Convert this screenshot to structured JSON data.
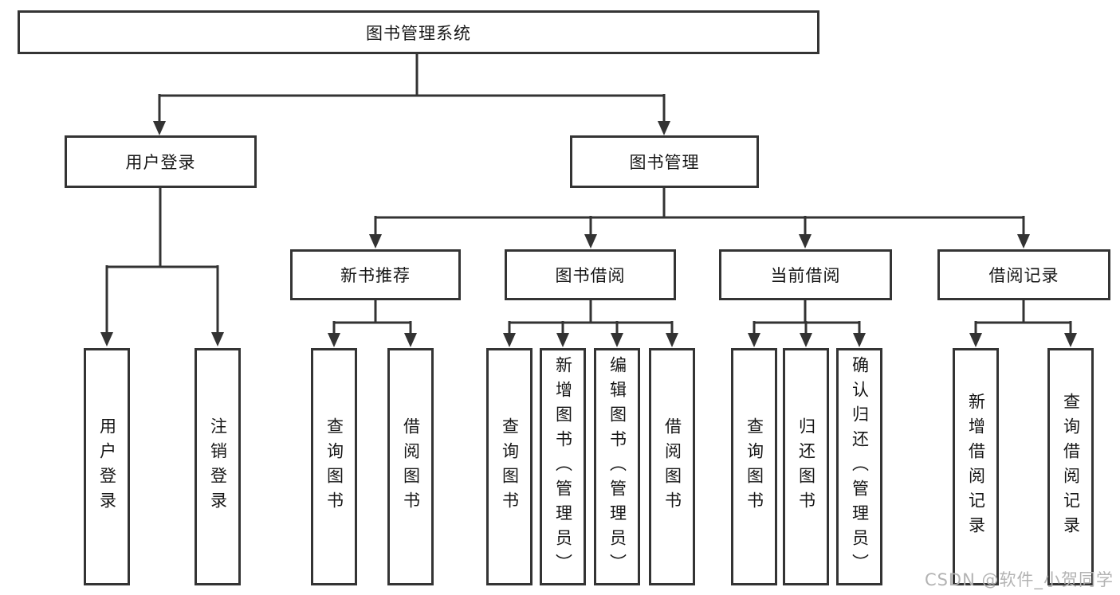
{
  "diagram": {
    "root": {
      "label": "图书管理系统"
    },
    "level2": [
      {
        "label": "用户登录"
      },
      {
        "label": "图书管理"
      }
    ],
    "level3": [
      {
        "label": "新书推荐"
      },
      {
        "label": "图书借阅"
      },
      {
        "label": "当前借阅"
      },
      {
        "label": "借阅记录"
      }
    ],
    "leaves": [
      {
        "label": "用户登录"
      },
      {
        "label": "注销登录"
      },
      {
        "label": "查询图书"
      },
      {
        "label": "借阅图书"
      },
      {
        "label": "查询图书"
      },
      {
        "label": "新增图书（管理员）"
      },
      {
        "label": "编辑图书（管理员）"
      },
      {
        "label": "借阅图书"
      },
      {
        "label": "查询图书"
      },
      {
        "label": "归还图书"
      },
      {
        "label": "确认归还（管理员）"
      },
      {
        "label": "新增借阅记录"
      },
      {
        "label": "查询借阅记录"
      }
    ]
  },
  "watermark": {
    "text": "CSDN @软件_小贺同学"
  },
  "colors": {
    "line": "#333333",
    "border": "#343434",
    "text": "#161616",
    "watermark": "#b3b3b3"
  }
}
